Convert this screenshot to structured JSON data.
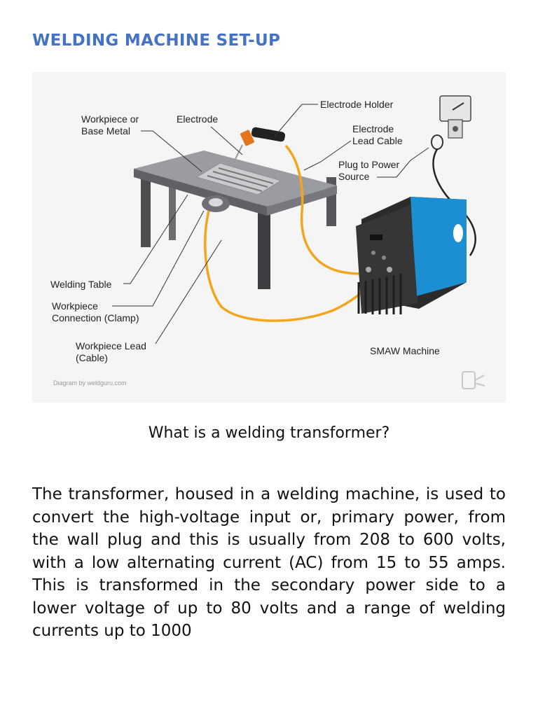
{
  "page": {
    "heading": "WELDING MACHINE SET-UP",
    "question": "What is a welding transformer?",
    "body": "The transformer, housed in a welding machine, is used to convert the high-voltage input or, primary power, from the wall plug and this is usually from 208 to 600 volts, with a low alternating current (AC) from 15 to 55 amps. This is transformed in the secondary power side to a lower voltage of up to 80 volts and a range of welding currents up to 1000"
  },
  "diagram": {
    "labels": {
      "workpiece_line1": "Workpiece or",
      "workpiece_line2": "Base Metal",
      "electrode": "Electrode",
      "electrode_holder": "Electrode Holder",
      "lead_cable_line1": "Electrode",
      "lead_cable_line2": "Lead Cable",
      "plug_line1": "Plug to Power",
      "plug_line2": "Source",
      "welding_table": "Welding Table",
      "connection_line1": "Workpiece",
      "connection_line2": "Connection (Clamp)",
      "lead_line1": "Workpiece Lead",
      "lead_line2": "(Cable)",
      "machine": "SMAW Machine",
      "credit": "Diagram by weldguru.com"
    },
    "colors": {
      "cable": "#f3a51c",
      "machine_blue": "#1b8fd2",
      "machine_dark": "#2a2a2a",
      "table_top": "#8f9196",
      "heading": "#4472c4"
    }
  }
}
